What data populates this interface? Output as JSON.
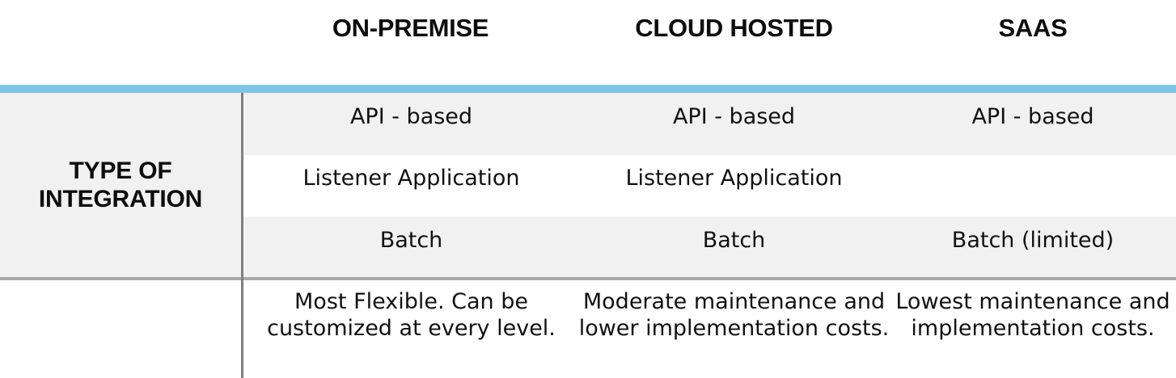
{
  "table": {
    "accent_color": "#7cc6e8",
    "shade_color": "#f1f1f1",
    "divider_color": "#808080",
    "row_divider_color": "#a9a9a9",
    "column_headers": [
      {
        "id": "on-premise",
        "label": "ON-PREMISE"
      },
      {
        "id": "cloud-hosted",
        "label": "CLOUD HOSTED"
      },
      {
        "id": "saas",
        "label": "SAAS"
      }
    ],
    "row_label": {
      "line1": "TYPE OF",
      "line2": "INTEGRATION"
    },
    "rows": [
      {
        "id": "api-based",
        "shaded": true,
        "cells": [
          "API - based",
          "API - based",
          "API - based"
        ]
      },
      {
        "id": "listener-application",
        "shaded": false,
        "cells": [
          "Listener Application",
          "Listener Application",
          ""
        ]
      },
      {
        "id": "batch",
        "shaded": true,
        "cells": [
          "Batch",
          "Batch",
          "Batch (limited)"
        ]
      },
      {
        "id": "summary",
        "shaded": false,
        "cells": [
          "Most Flexible. Can be customized at every level.",
          "Moderate maintenance and lower implementation costs.",
          "Lowest maintenance and implementation costs."
        ]
      }
    ]
  }
}
